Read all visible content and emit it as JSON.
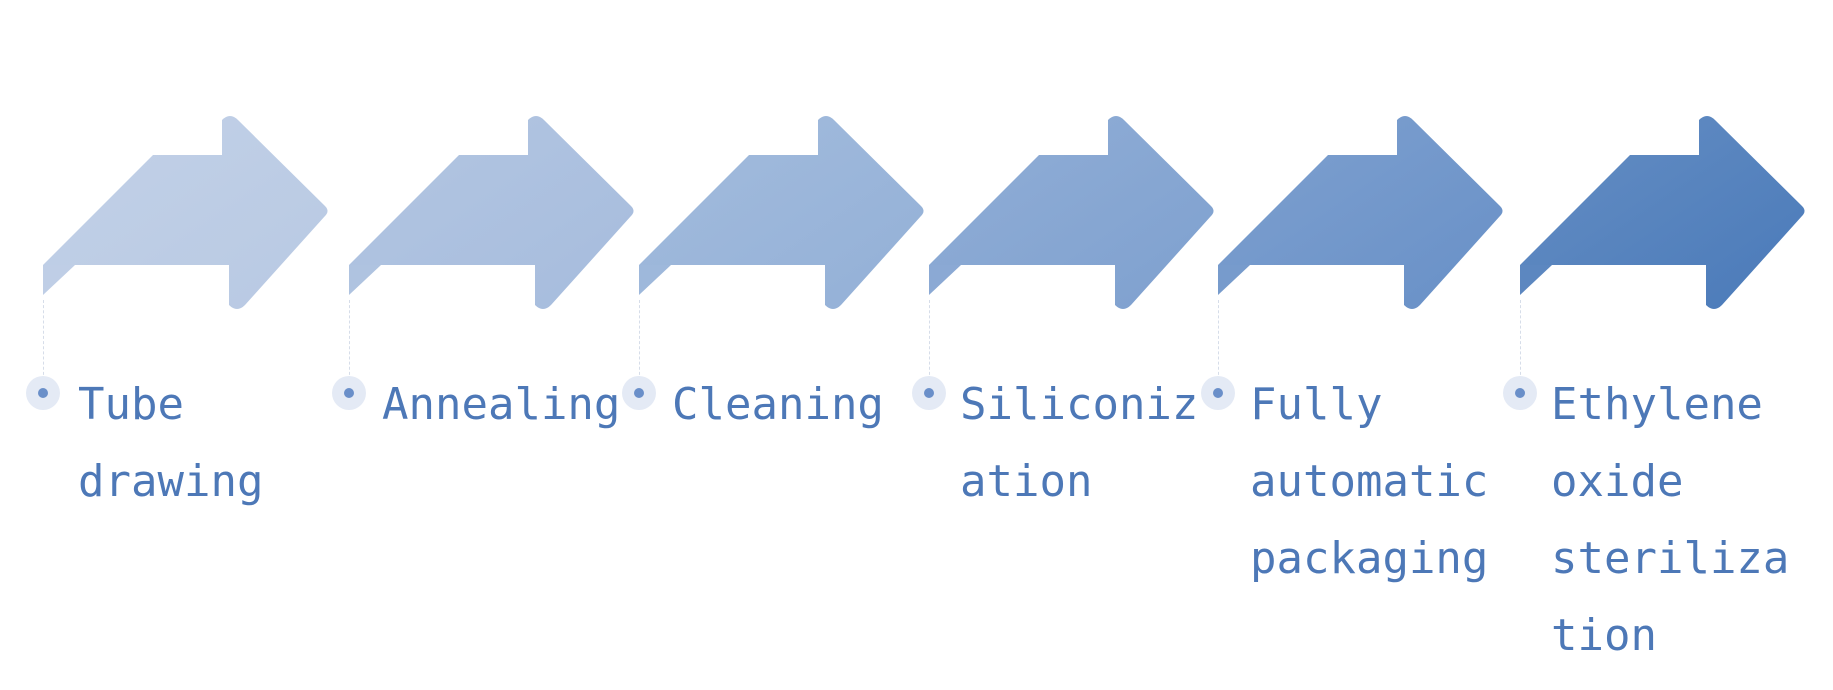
{
  "steps": [
    {
      "label": "Tube\ndrawing",
      "color": "#b8c9e3"
    },
    {
      "label": "Annealing",
      "color": "#a6bcdd"
    },
    {
      "label": "Cleaning",
      "color": "#93b0d7"
    },
    {
      "label": "Siliconiz\nation",
      "color": "#7ea0cf"
    },
    {
      "label": "Fully\nautomatic\npackaging",
      "color": "#6890c7"
    },
    {
      "label": "Ethylene\noxide\nsteriliza\ntion",
      "color": "#4a7ab9"
    }
  ]
}
